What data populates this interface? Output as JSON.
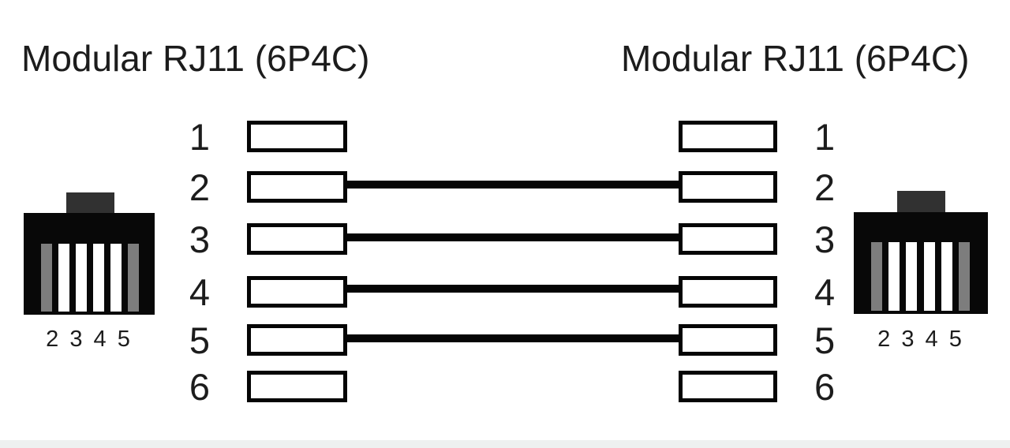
{
  "left": {
    "title": "Modular RJ11 (6P4C)",
    "plug_label": "2 3 4 5",
    "pins": [
      {
        "number": "1",
        "connected": false
      },
      {
        "number": "2",
        "connected": true
      },
      {
        "number": "3",
        "connected": true
      },
      {
        "number": "4",
        "connected": true
      },
      {
        "number": "5",
        "connected": true
      },
      {
        "number": "6",
        "connected": false
      }
    ]
  },
  "right": {
    "title": "Modular RJ11 (6P4C)",
    "plug_label": "2 3 4 5",
    "pins": [
      {
        "number": "1",
        "connected": false
      },
      {
        "number": "2",
        "connected": true
      },
      {
        "number": "3",
        "connected": true
      },
      {
        "number": "4",
        "connected": true
      },
      {
        "number": "5",
        "connected": true
      },
      {
        "number": "6",
        "connected": false
      }
    ]
  },
  "connections": [
    {
      "from": "2",
      "to": "2"
    },
    {
      "from": "3",
      "to": "3"
    },
    {
      "from": "4",
      "to": "4"
    },
    {
      "from": "5",
      "to": "5"
    }
  ],
  "colors": {
    "wire": "#050505",
    "contact_border": "#050505",
    "plug_body": "#080808",
    "plug_tab": "#313131",
    "slot_gray": "#7d7d7d",
    "slot_white": "#ffffff",
    "bottom_bar": "#eef0f0",
    "text": "#1c1c1c"
  }
}
